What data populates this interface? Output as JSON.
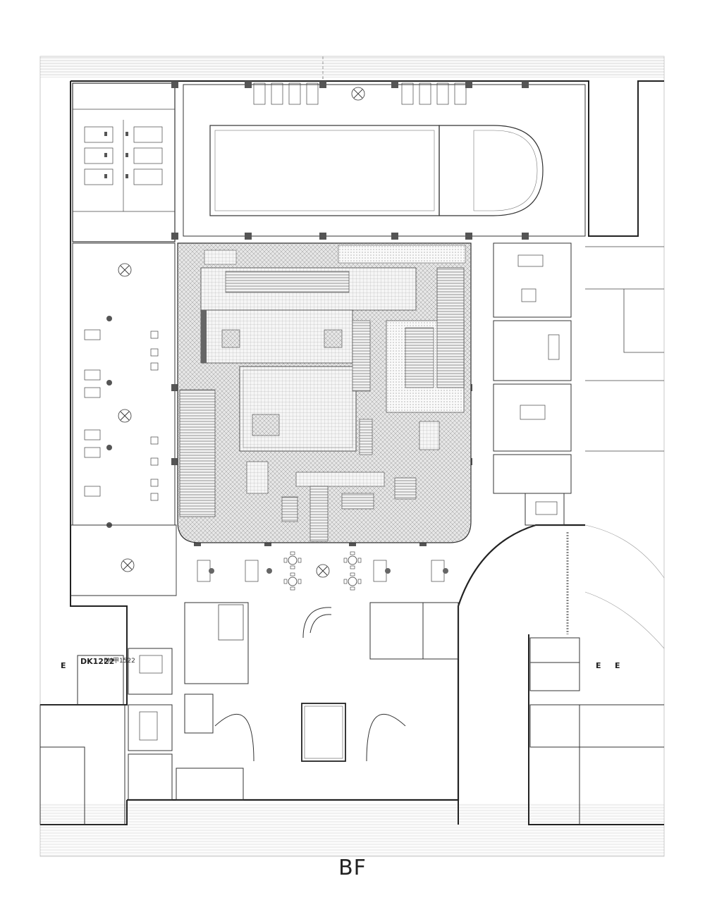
{
  "drawing": {
    "floor_label": "BF",
    "tag_left": "DK1222",
    "tag_left_2": "FM甲1522",
    "marker_e": "E"
  },
  "colors": {
    "line": "#333333",
    "hatch": "#8a8a8a",
    "paving": "#cfcfcf",
    "dark_fill": "#555555"
  },
  "icons": [
    "fan-icon",
    "stair-icon",
    "door-swing-icon",
    "table-set-icon"
  ]
}
